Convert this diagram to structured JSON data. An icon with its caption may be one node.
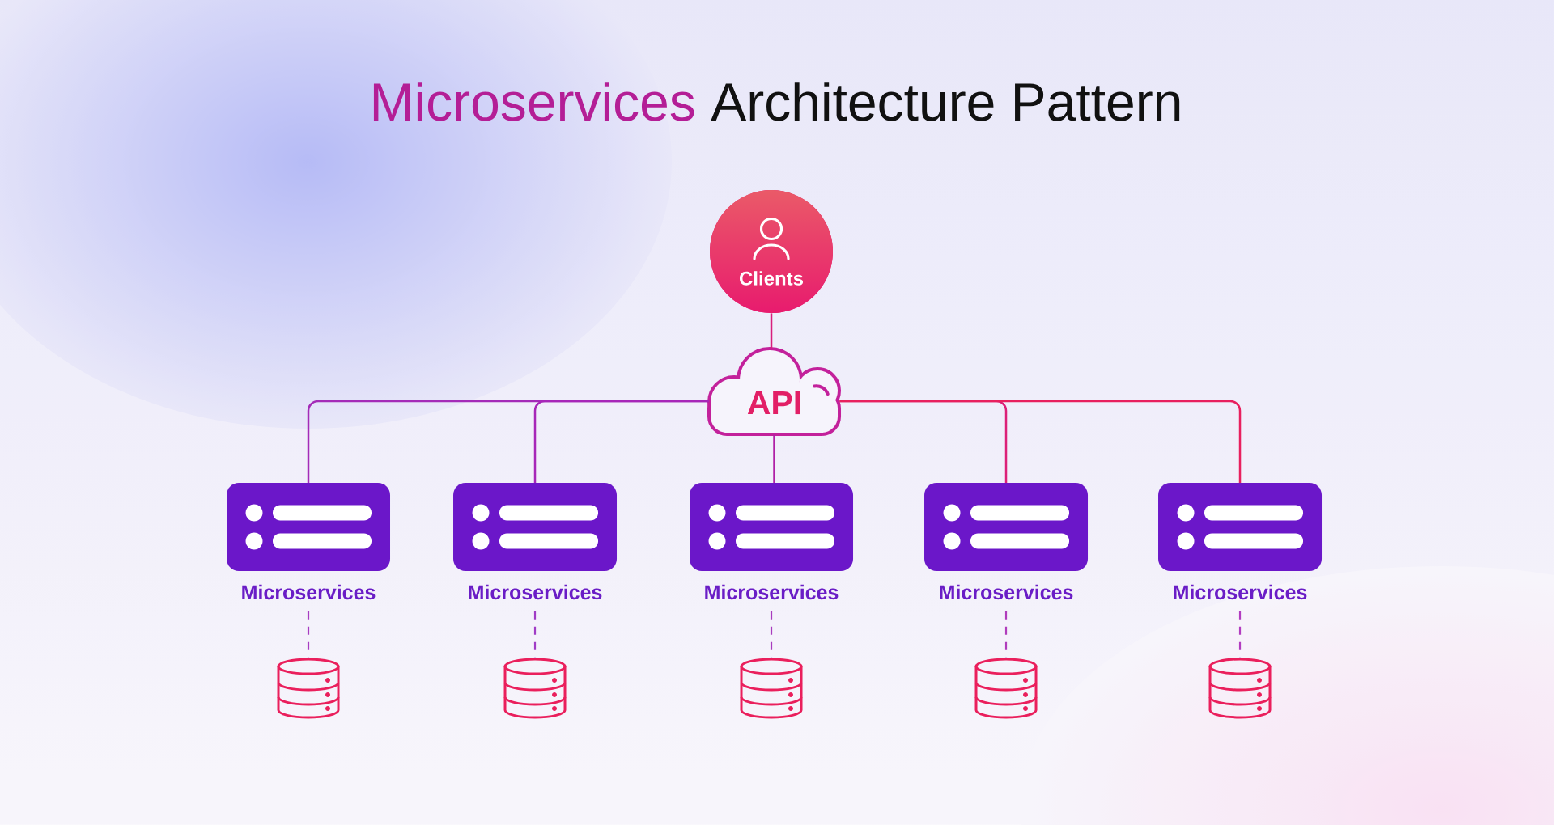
{
  "diagram": {
    "title": "Microservices Architecture Pattern",
    "nodes": [
      {
        "text": [
          "Clients"
        ]
      },
      {
        "text": [
          "API"
        ]
      },
      {
        "text": [
          "Microservices"
        ]
      },
      {
        "text": [
          "Microservices"
        ]
      },
      {
        "text": [
          "Microservices"
        ]
      },
      {
        "text": [
          "Microservices"
        ]
      },
      {
        "text": [
          "Microservices"
        ]
      },
      {
        "text": [],
        "shape": "cylinder"
      },
      {
        "text": [],
        "shape": "cylinder"
      },
      {
        "text": [],
        "shape": "cylinder"
      },
      {
        "text": [],
        "shape": "cylinder"
      },
      {
        "text": [],
        "shape": "cylinder"
      }
    ],
    "edges": [
      {
        "from": 0,
        "to": 1,
        "arrow": "none",
        "color": "#d81f7c"
      },
      {
        "from": 1,
        "to": 2,
        "arrow": "none",
        "color": "#a42bb8"
      },
      {
        "from": 1,
        "to": 3,
        "arrow": "none",
        "color": "#a727b8"
      },
      {
        "from": 1,
        "to": 4,
        "arrow": "none",
        "color": "#b020a6"
      },
      {
        "from": 1,
        "to": 5,
        "arrow": "none",
        "color": "#dc2078"
      },
      {
        "from": 1,
        "to": 6,
        "arrow": "none",
        "color": "#e8205e"
      },
      {
        "from": 2,
        "to": 7,
        "arrow": "none",
        "style": "dashed",
        "color": "#a73cc2"
      },
      {
        "from": 3,
        "to": 8,
        "arrow": "none",
        "style": "dashed",
        "color": "#a03cc6"
      },
      {
        "from": 4,
        "to": 9,
        "arrow": "none",
        "style": "dashed",
        "color": "#a83cbe"
      },
      {
        "from": 5,
        "to": 10,
        "arrow": "none",
        "style": "dashed",
        "color": "#b03cbc"
      },
      {
        "from": 6,
        "to": 11,
        "arrow": "none",
        "style": "dashed",
        "color": "#b23cc0"
      }
    ]
  }
}
